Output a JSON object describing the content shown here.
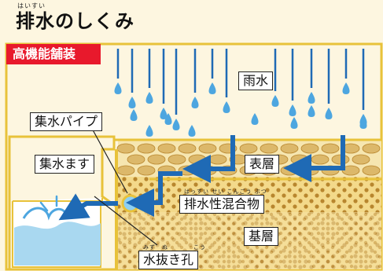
{
  "title": {
    "text": "排水のしくみ",
    "ruby": "はいすい"
  },
  "badge": {
    "text": "高機能舗装"
  },
  "labels": {
    "rain": "雨水",
    "pipe": "集水パイプ",
    "basin": "集水ます",
    "surface": "表層",
    "mix": "排水性混合物",
    "mix_ruby": "はっすい せい こんごう ぶつ",
    "base": "基層",
    "hole": "水抜き孔",
    "hole_ruby": "みず　ぬ　　　　こう"
  },
  "colors": {
    "badge": "#e8192c",
    "background": "#fdf6e0",
    "border_yellow": "#e8c23a",
    "rain_blue": "#4da6e0",
    "arrow_blue": "#1f6ab5",
    "base_tan": "#f3d98a",
    "aggregate": "#dcb86a",
    "dot_brown": "#b8862e",
    "water": "#a9d8f0",
    "pipe_blue": "#8ed0f2"
  },
  "icons": [
    "rain-drop-icon",
    "flow-arrow-icon",
    "pipe-icon",
    "splash-icon"
  ]
}
